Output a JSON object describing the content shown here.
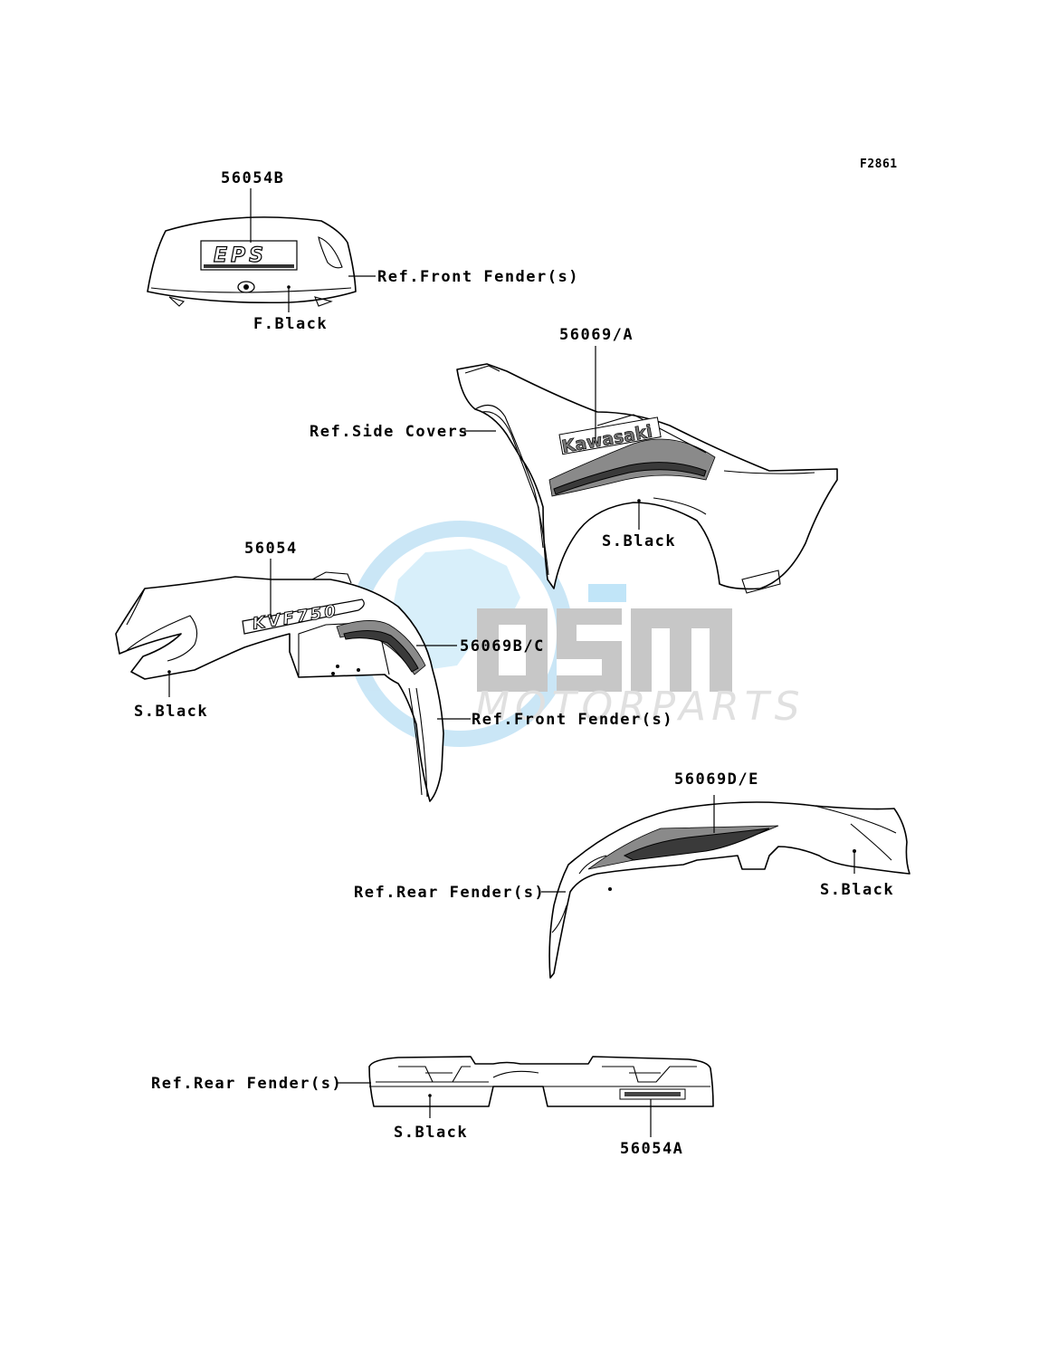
{
  "figure_id": "F2861",
  "watermark": {
    "brand": "OSM",
    "subtitle": "MOTORPARTS"
  },
  "callouts": {
    "eps_decal": "56054B",
    "eps_ref": "Ref.Front Fender(s)",
    "eps_color": "F.Black",
    "side_decal": "56069/A",
    "side_ref": "Ref.Side Covers",
    "side_color": "S.Black",
    "front_decal": "56054",
    "front_stripe": "56069B/C",
    "front_ref": "Ref.Front Fender(s)",
    "front_color": "S.Black",
    "rear_decal": "56069D/E",
    "rear_ref": "Ref.Rear Fender(s)",
    "rear_color": "S.Black",
    "bumper_ref": "Ref.Rear Fender(s)",
    "bumper_color": "S.Black",
    "bumper_decal": "56054A"
  },
  "decal_text": {
    "eps_logo": "EPS",
    "kawasaki": "Kawasaki",
    "model": "KVF750"
  }
}
